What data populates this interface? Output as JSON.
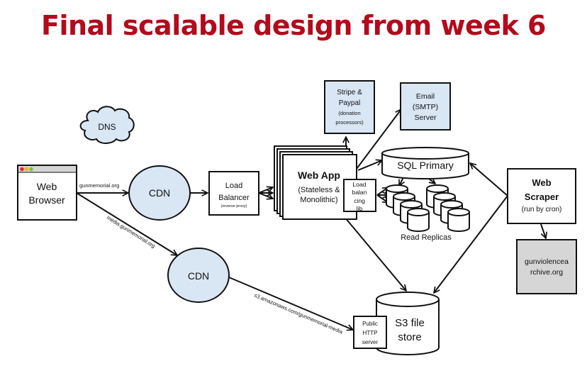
{
  "title": "Final scalable design from week 6",
  "colors": {
    "title": "#b30a1c",
    "external_service": "#d9e6f3",
    "third_party": "#d6d6d6",
    "browser_close": "#e8262d",
    "browser_min": "#f4b31b",
    "browser_max": "#7bc043"
  },
  "nodes": {
    "dns": {
      "label": "DNS",
      "icon": "cloud-icon"
    },
    "browser": {
      "line1": "Web",
      "line2": "Browser",
      "icon": "browser-window-icon"
    },
    "cdn_main": {
      "label": "CDN"
    },
    "cdn_media": {
      "label": "CDN"
    },
    "load_balancer": {
      "line1": "Load",
      "line2": "Balancer",
      "sub": "(reverse proxy)"
    },
    "web_app": {
      "title": "Web App",
      "line1": "(Stateless &",
      "line2": "Monolithic)"
    },
    "lb_lib": {
      "line1": "Load",
      "line2": "balan",
      "line3": "cing",
      "line4": "lib"
    },
    "payments": {
      "line1": "Stripe &",
      "line2": "Paypal",
      "line3": "(donation",
      "line4": "processors)"
    },
    "email": {
      "line1": "Email",
      "line2": "(SMTP)",
      "line3": "Server"
    },
    "sql_primary": {
      "label": "SQL Primary"
    },
    "read_replicas": {
      "label": "Read Replicas"
    },
    "scraper": {
      "line1": "Web",
      "line2": "Scraper",
      "line3": "(run by cron)"
    },
    "gva": {
      "line1": "gunviolencea",
      "line2": "rchive.org"
    },
    "s3": {
      "line1": "S3 file",
      "line2": "store"
    },
    "http_server": {
      "line1": "Public",
      "line2": "HTTP",
      "line3": "server"
    }
  },
  "edges": {
    "browser_to_cdn": "gunmemorial.org",
    "browser_to_media_cdn": "media.gunmemorial.org",
    "media_cdn_to_s3": "s3.amazonaws.com/gunmemorial-media"
  }
}
